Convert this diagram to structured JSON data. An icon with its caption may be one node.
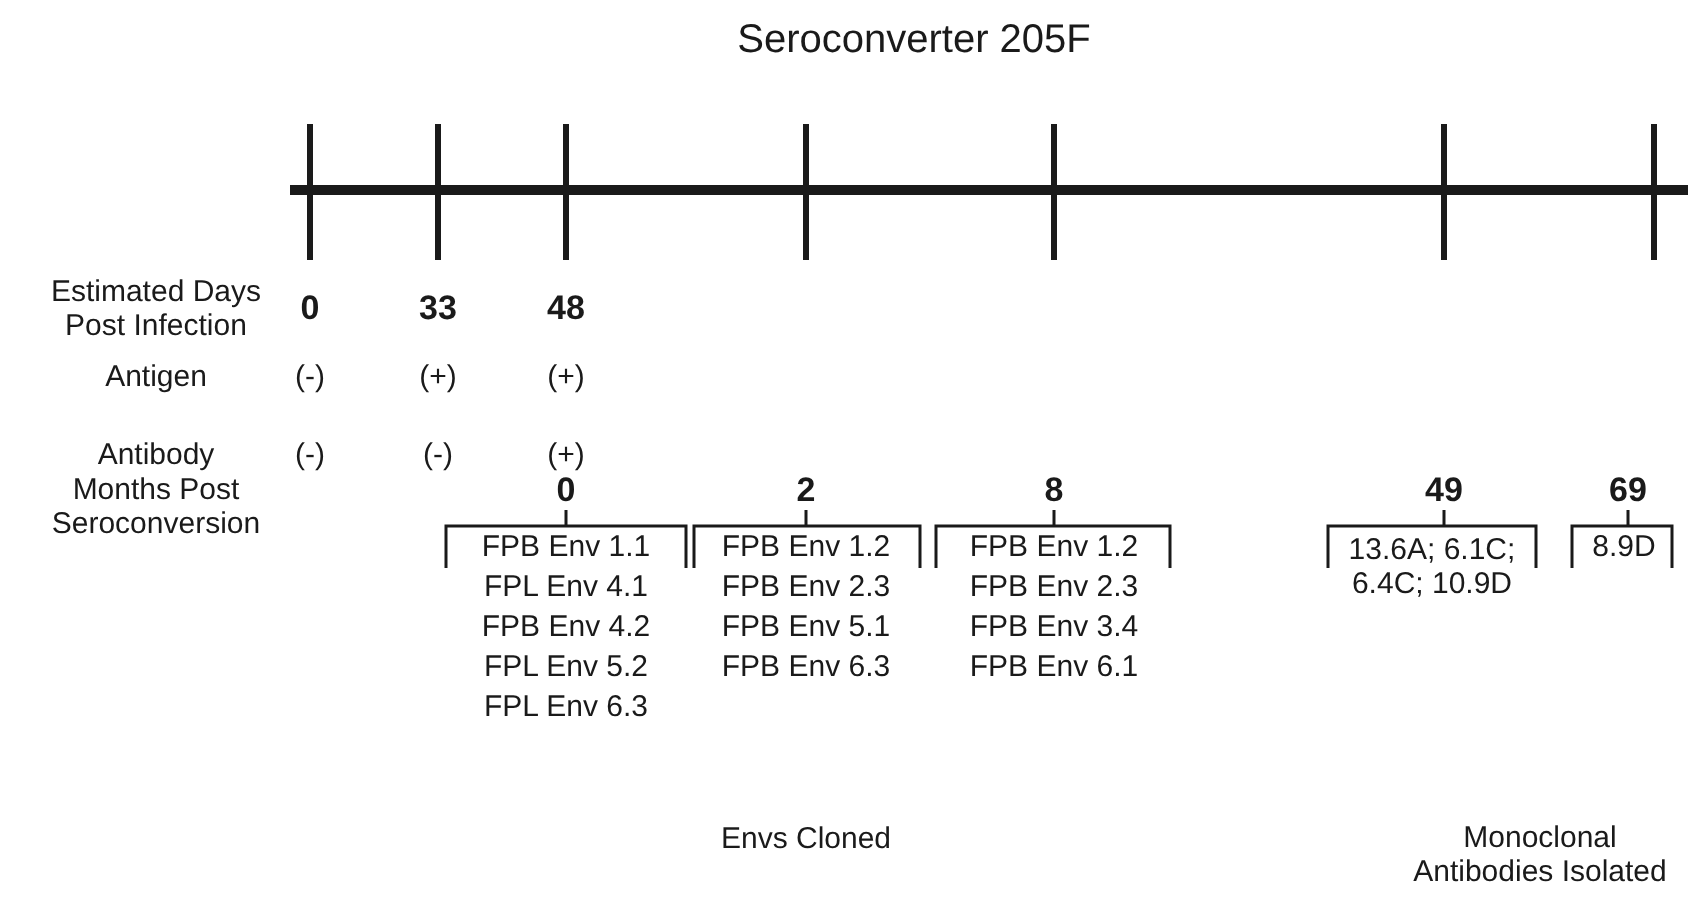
{
  "diagram": {
    "title": "Seroconverter 205F",
    "labels": [
      "Estimated Days Post Infection",
      "0",
      "33",
      "48",
      "Antigen",
      "(-)",
      "(+)",
      "(+)",
      "Antibody",
      "(-)",
      "(-)",
      "(+)",
      "Months Post Seroconversion",
      "0",
      "2",
      "8",
      "49",
      "69",
      "FPB Env 1.1",
      "FPB Env 1.2",
      "FPB Env 1.2",
      "13.6A; 6.1C; 6.4C; 10.9D",
      "8.9D",
      "FPL Env 4.1",
      "FPB Env 2.3",
      "FPB Env 2.3",
      "FPB Env 4.2",
      "FPB Env 5.1",
      "FPB Env 3.4",
      "FPL Env 5.2",
      "FPB Env 6.3",
      "FPB Env 6.1",
      "FPL Env 6.3",
      "Envs Cloned",
      "Monoclonal Antibodies Isolated"
    ]
  }
}
